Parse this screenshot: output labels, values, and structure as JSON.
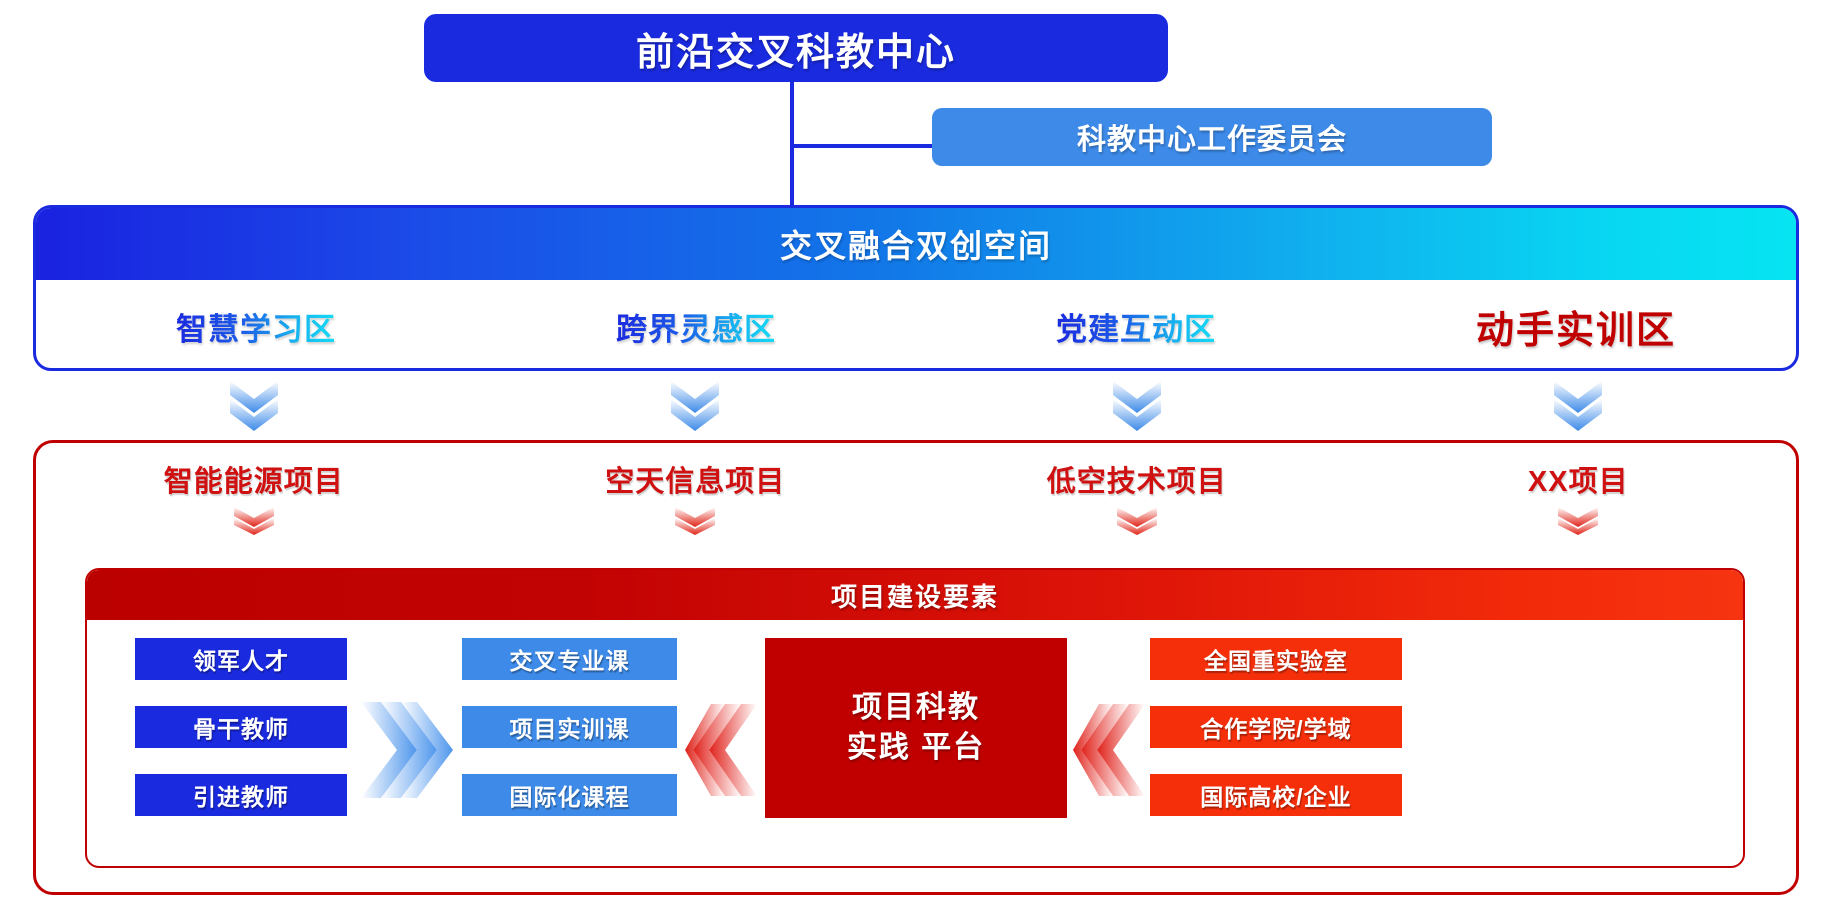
{
  "center": {
    "title": "前沿交叉科教中心",
    "committee": "科教中心工作委员会"
  },
  "space": {
    "header": "交叉融合双创空间",
    "zones": [
      {
        "label": "智慧学习区",
        "accent": false
      },
      {
        "label": "跨界灵感区",
        "accent": false
      },
      {
        "label": "党建互动区",
        "accent": false
      },
      {
        "label": "动手实训区",
        "accent": true
      }
    ]
  },
  "projects": [
    {
      "label": "智能能源项目"
    },
    {
      "label": "空天信息项目"
    },
    {
      "label": "低空技术项目"
    },
    {
      "label": "XX项目"
    }
  ],
  "elements": {
    "header": "项目建设要素",
    "talent": [
      "领军人才",
      "骨干教师",
      "引进教师"
    ],
    "courses": [
      "交叉专业课",
      "项目实训课",
      "国际化课程"
    ],
    "platform_line1": "项目科教",
    "platform_line2": "实践 平台",
    "resources": [
      "全国重实验室",
      "合作学院/学域",
      "国际高校/企业"
    ]
  },
  "colors": {
    "deep_blue": "#1a2adf",
    "sky_blue": "#3d8ae8",
    "cyan": "#06e4f2",
    "deep_red": "#c00000",
    "bright_red": "#f42f0a",
    "project_red": "#cf1111"
  }
}
